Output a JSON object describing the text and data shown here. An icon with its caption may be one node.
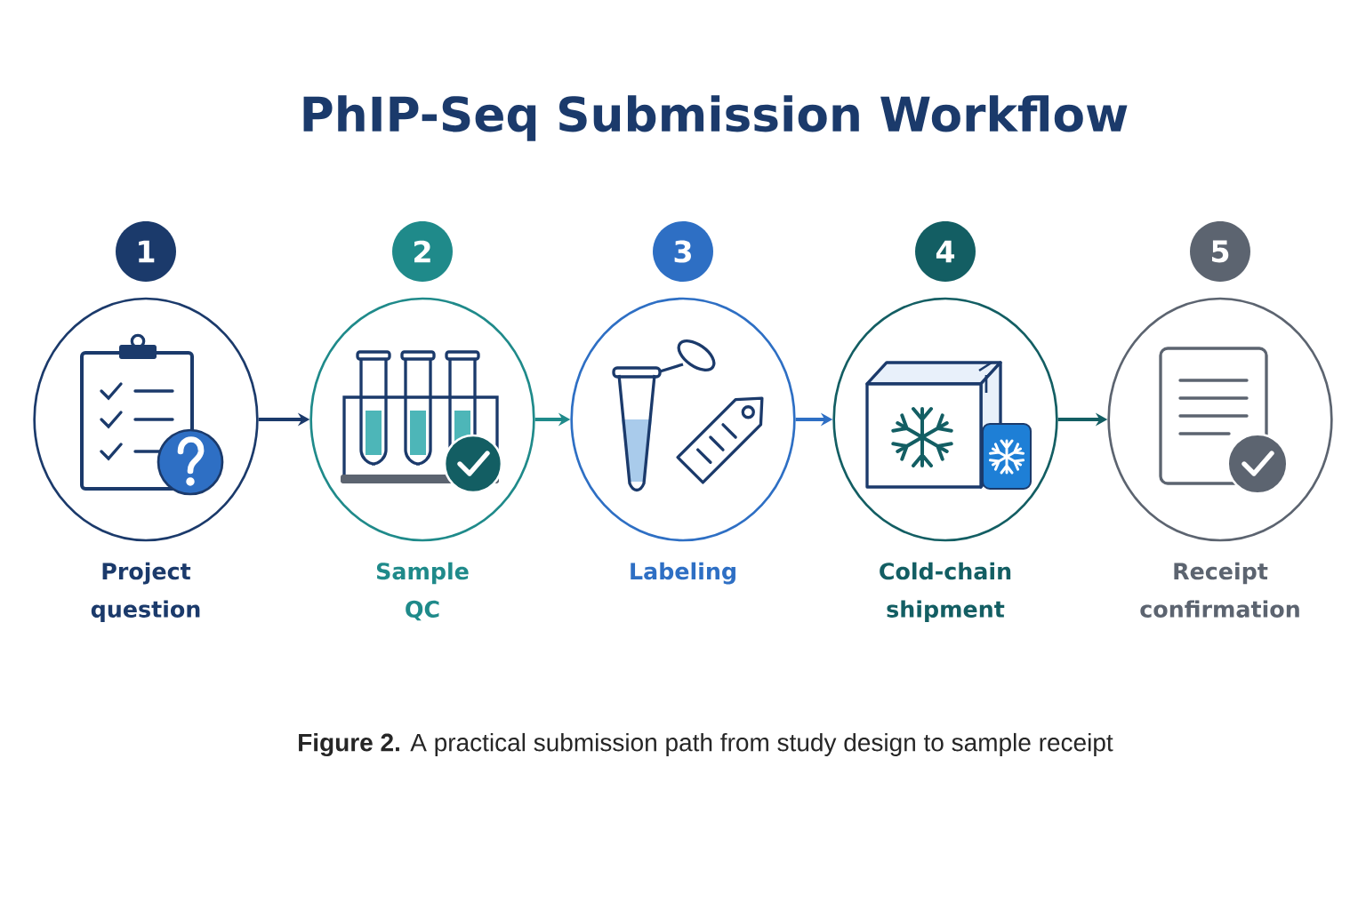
{
  "diagram": {
    "title": "PhIP-Seq Submission Workflow",
    "caption": "**Figure 2.** A practical submission path from study design to sample receipt",
    "nodes": [
      {
        "text": [
          "1",
          "Project question"
        ]
      },
      {
        "text": [
          "2",
          "Sample QC"
        ]
      },
      {
        "text": [
          "3",
          "Labeling"
        ]
      },
      {
        "text": [
          "4",
          "Cold-chain shipment"
        ]
      },
      {
        "text": [
          "5",
          "Receipt confirmation"
        ]
      }
    ],
    "edges": [
      {
        "from": 0,
        "to": 1,
        "arrow": "to",
        "color": "#1b3a6b"
      },
      {
        "from": 1,
        "to": 2,
        "arrow": "to",
        "color": "#1f8a8a"
      },
      {
        "from": 2,
        "to": 3,
        "arrow": "to",
        "color": "#2e6fc4"
      },
      {
        "from": 3,
        "to": 4,
        "arrow": "to",
        "color": "#135e63"
      }
    ]
  }
}
